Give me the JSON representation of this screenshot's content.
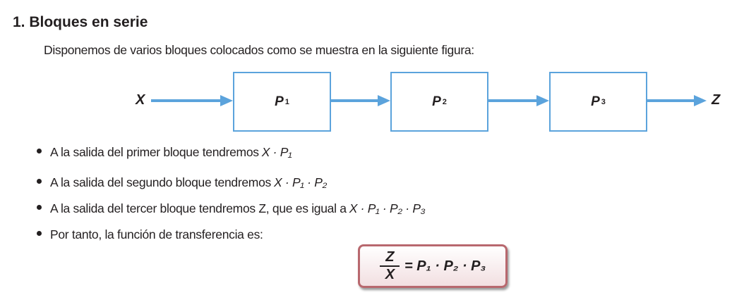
{
  "title": "1. Bloques en serie",
  "intro": "Disponemos de varios bloques colocados como se muestra en la siguiente figura:",
  "diagram": {
    "input": "X",
    "output": "Z",
    "blocks": [
      {
        "label": "P",
        "sub": "1"
      },
      {
        "label": "P",
        "sub": "2"
      },
      {
        "label": "P",
        "sub": "3"
      }
    ],
    "arrow_color": "#5ba3dc"
  },
  "bullets": [
    {
      "text": "A la salida del primer bloque tendremos",
      "math": "X · P₁"
    },
    {
      "text": "A la salida del segundo bloque tendremos",
      "math": "X · P₁ · P₂"
    },
    {
      "text": "A la salida del tercer bloque tendremos Z, que es igual a",
      "math": "X · P₁ · P₂ · P₃"
    },
    {
      "text": "Por tanto, la función de transferencia es:",
      "math": ""
    }
  ],
  "formula": {
    "numerator": "Z",
    "denominator": "X",
    "rhs": "= P₁ · P₂ · P₃",
    "border_color": "#b8686e"
  }
}
